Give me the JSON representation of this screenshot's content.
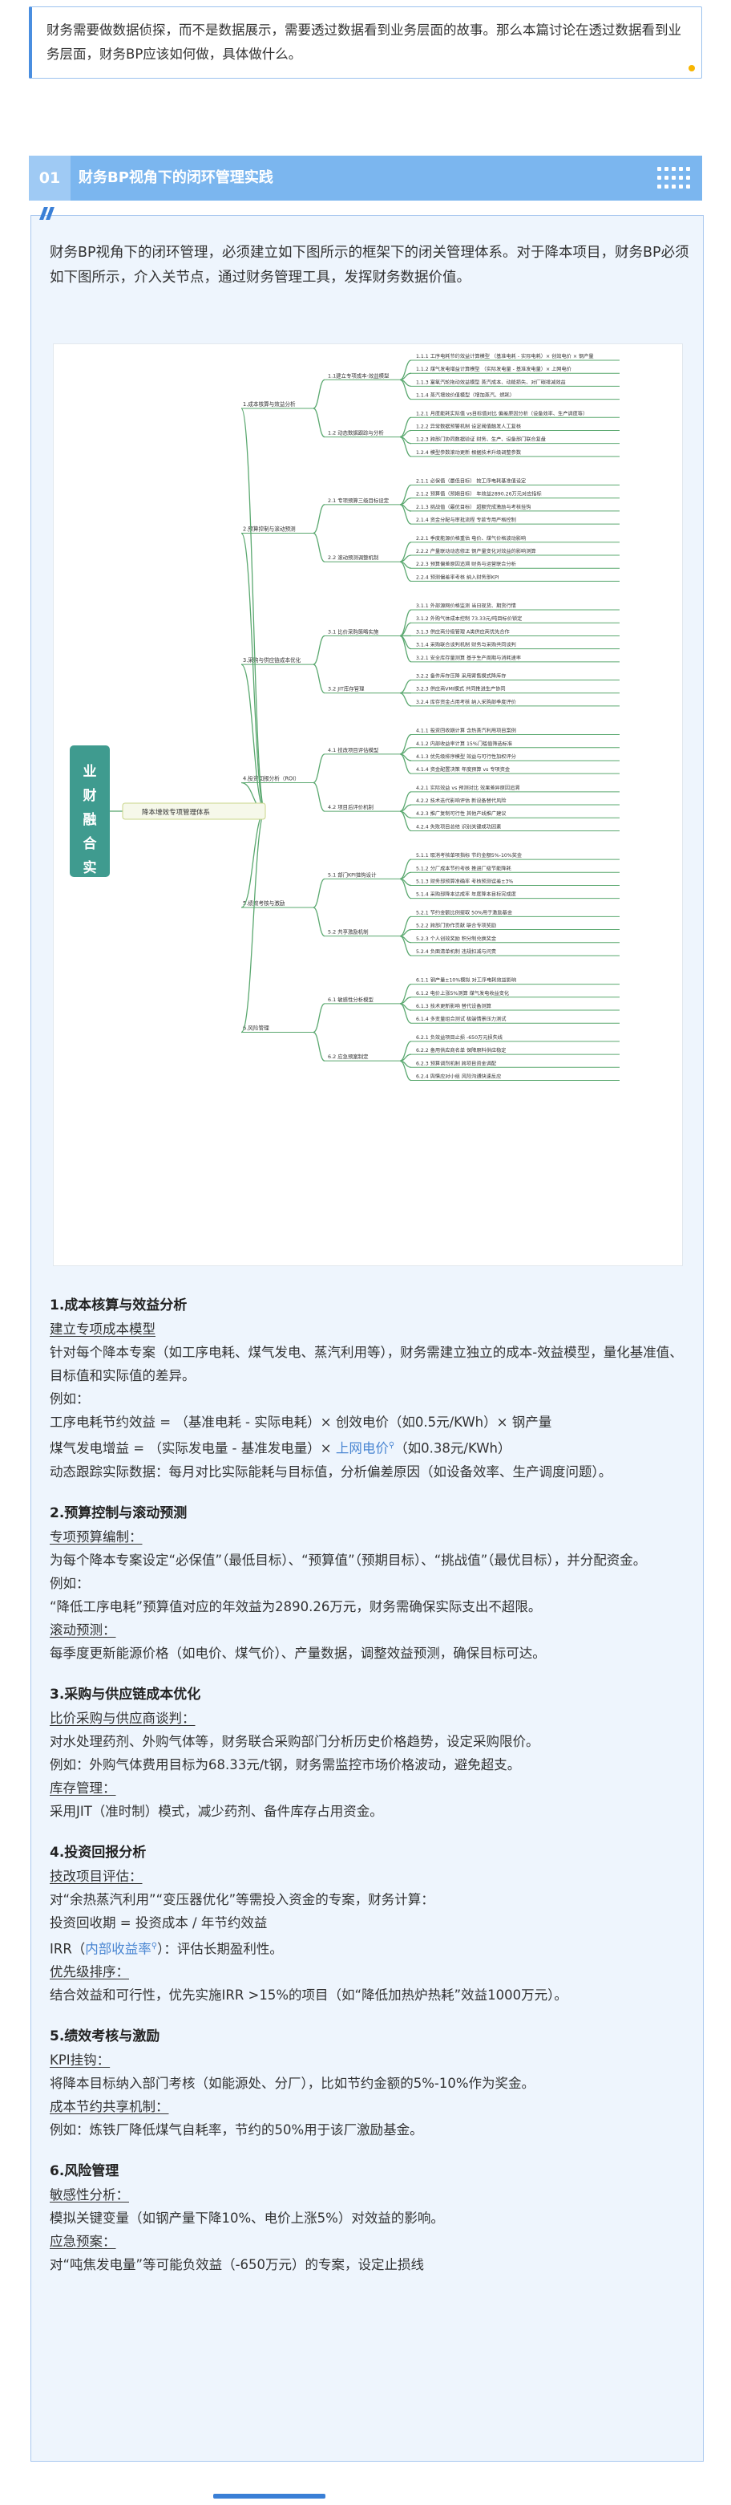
{
  "intro": {
    "text": "财务需要做数据侦探，而不是数据展示，需要透过数据看到业务层面的故事。那么本篇讨论在透过数据看到业务层面，财务BP应该如何做，具体做什么。"
  },
  "section": {
    "number": "01",
    "title": "财务BP视角下的闭环管理实践"
  },
  "lead": "财务BP视角下的闭环管理，必须建立如下图所示的框架下的闭关管理体系。对于降本项目，财务BP必须如下图所示，介入关节点，通过财务管理工具，发挥财务数据价值。",
  "mindmap": {
    "root": "业财融合实践",
    "topic": "降本增效专项管理体系",
    "branches": [
      {
        "label": "1.成本核算与效益分析",
        "children": [
          {
            "label": "1.1建立专项成本-效益模型",
            "children": [
              "1.1.1 工序电耗节约效益计算模型      （基准电耗 - 实际电耗）× 创效电价 × 钢产量",
              "1.1.2 煤气发电增益计算模型      （实际发电量 - 基准发电量）× 上网电价",
              "1.1.3 富氧汽轮拖动效益模型      蒸汽成本、动能损失、对厂碳排减效益",
              "1.1.4 蒸汽增效价值模型（增加蒸汽、燃耗）"
            ]
          },
          {
            "label": "1.2 动态数据跟踪与分析",
            "children": [
              "1.2.1 月度能耗实际值 vs目标值对比      偏差原因分析（设备效率、生产调度等）",
              "1.2.2 异常数据预警机制      设定阈值触发人工复核",
              "1.2.3 跨部门协同数据验证      财务、生产、设备部门联合复盘",
              "1.2.4 模型参数滚动更新      根据技术升级调整参数"
            ]
          }
        ]
      },
      {
        "label": "2.预算控制与滚动预测",
        "children": [
          {
            "label": "2.1 专项预算三级目标设定",
            "children": [
              "2.1.1 必保值（最低目标）      按工序电耗基准值设定",
              "2.1.2 预算值（预期目标）      年效益2890.26万元对应指标",
              "2.1.3 挑战值（最优目标）      超额完成激励与考核挂钩",
              "2.1.4 资金分配与审批流程      专款专用严格控制"
            ]
          },
          {
            "label": "2.2 滚动预测调整机制",
            "children": [
              "2.2.1 季度能源价格重估      电价、煤气价格波动影响",
              "2.2.2 产量联动动态修正      钢产量变化对效益的影响测算",
              "2.2.3 预算偏差原因追溯      财务与运营联合分析",
              "2.2.4 预测偏差率考核      纳入财务部KPI"
            ]
          }
        ]
      },
      {
        "label": "3.采购与供应链成本优化",
        "children": [
          {
            "label": "3.1 比价采购策略实施",
            "children": [
              "3.1.1 外部源网价格监测      当日现货、期货行情",
              "3.1.2 外购气体成本控制      73.33元/吨目标价锁定",
              "3.1.3 供应商分级管理      A类供应商优先合作",
              "3.1.4 采购联合谈判机制      财务与采购共同谈判",
              "3.2.1 安全库存量测算      基于生产周期与消耗速率"
            ]
          },
          {
            "label": "3.2 JIT库存管理",
            "children": [
              "3.2.2 备件库存压降      采用寄售模式降库存",
              "3.2.3 供应商VMI模式      共同推进生产协同",
              "3.2.4 库存资金占用考核      纳入采购部季度评价"
            ]
          }
        ]
      },
      {
        "label": "4.投资回报分析（ROI）",
        "children": [
          {
            "label": "4.1 技改项目评估模型",
            "children": [
              "4.1.1 投资回收期计算      含热蒸汽利用项目案例",
              "4.1.2 内部收益率计算      15%门槛值筛选标准",
              "4.1.3 优先级排序模型      效益与可行性加权评分",
              "4.1.4 资金配置决策      年度预算 vs 专项资金"
            ]
          },
          {
            "label": "4.2 项目后评价机制",
            "children": [
              "4.2.1 实际效益 vs 预测对比      效果差异原因追溯",
              "4.2.2 技术迭代影响评估      新设备替代风险",
              "4.2.3 推广复制可行性      其他产线推广建议",
              "4.2.4 失败项目总结      识别关键成功因素"
            ]
          }
        ]
      },
      {
        "label": "5.绩效考核与激励",
        "children": [
          {
            "label": "5.1 部门KPI挂钩设计",
            "children": [
              "5.1.1 取消考核单项指标      节约金额5%-10%奖金",
              "5.1.2 分厂成本节约考核      推进厂级节能降耗",
              "5.1.3 财务部预算准确率      考核预测误差±3%",
              "5.1.4 采购部降本达成率      年度降本目标完成度"
            ]
          },
          {
            "label": "5.2 共享激励机制",
            "children": [
              "5.2.1 节约金额比例提取      50%用于激励基金",
              "5.2.2 跨部门协作贡献      联合专项奖励",
              "5.2.3 个人创效奖励      积分制兑换奖金",
              "5.2.4 负面清单机制      违规扣减与问责"
            ]
          }
        ]
      },
      {
        "label": "6.风险管理",
        "children": [
          {
            "label": "6.1 敏感性分析模型",
            "children": [
              "6.1.1 钢产量±10%模拟      对工序电耗效益影响",
              "6.1.2 电价上涨5%测算      煤气发电收益变化",
              "6.1.3 技术更新影响      替代设备测算",
              "6.1.4 多变量组合测试      极端情景压力测试"
            ]
          },
          {
            "label": "6.2 应急预案制定",
            "children": [
              "6.2.1 负效益项目止损      -650万元损失线",
              "6.2.2 备用供应商名单      保障原料供应稳定",
              "6.2.3 预算调剂机制      跨项目资金调配",
              "6.2.4 舆情应对小组      风险沟通快速反应"
            ]
          }
        ]
      }
    ]
  },
  "sections": [
    {
      "heading": "1.成本核算与效益分析",
      "lines": [
        {
          "text": "建立专项成本模型",
          "u": true
        },
        {
          "text": "针对每个降本专案（如工序电耗、煤气发电、蒸汽利用等），财务需建立独立的成本-效益模型，量化基准值、目标值和实际值的差异。"
        },
        {
          "text": "例如："
        },
        {
          "text": "工序电耗节约效益 = （基准电耗 - 实际电耗）× 创效电价（如0.5元/KWh）× 钢产量"
        },
        {
          "text": "煤气发电增益 = （实际发电量 - 基准发电量）× ",
          "link": "上网电价",
          "after": "（如0.38元/KWh）"
        },
        {
          "text": "动态跟踪实际数据：每月对比实际能耗与目标值，分析偏差原因（如设备效率、生产调度问题）。"
        }
      ]
    },
    {
      "heading": "2.预算控制与滚动预测",
      "lines": [
        {
          "text": "专项预算编制：",
          "u": true
        },
        {
          "text": "为每个降本专案设定“必保值”（最低目标）、“预算值”（预期目标）、“挑战值”（最优目标），并分配资金。"
        },
        {
          "text": "例如："
        },
        {
          "text": "“降低工序电耗”预算值对应的年效益为2890.26万元，财务需确保实际支出不超限。"
        },
        {
          "text": "滚动预测：",
          "u": true
        },
        {
          "text": "每季度更新能源价格（如电价、煤气价）、产量数据，调整效益预测，确保目标可达。"
        }
      ]
    },
    {
      "heading": "3.采购与供应链成本优化",
      "lines": [
        {
          "text": "比价采购与供应商谈判：",
          "u": true
        },
        {
          "text": "对水处理药剂、外购气体等，财务联合采购部门分析历史价格趋势，设定采购限价。"
        },
        {
          "text": "例如：外购气体费用目标为68.33元/t钢，财务需监控市场价格波动，避免超支。"
        },
        {
          "text": "库存管理：",
          "u": true
        },
        {
          "text": "采用JIT（准时制）模式，减少药剂、备件库存占用资金。"
        }
      ]
    },
    {
      "heading": "4.投资回报分析",
      "lines": [
        {
          "text": "技改项目评估：",
          "u": true
        },
        {
          "text": "对“余热蒸汽利用”“变压器优化”等需投入资金的专案，财务计算："
        },
        {
          "text": "投资回收期 = 投资成本 / 年节约效益"
        },
        {
          "text": "IRR（",
          "link": "内部收益率",
          "after": "）：评估长期盈利性。"
        },
        {
          "text": "优先级排序：",
          "u": true
        },
        {
          "text": "结合效益和可行性，优先实施IRR >15%的项目（如“降低加热炉热耗”效益1000万元）。"
        }
      ]
    },
    {
      "heading": "5.绩效考核与激励",
      "lines": [
        {
          "text": "KPI挂钩：",
          "u": true
        },
        {
          "text": "将降本目标纳入部门考核（如能源处、分厂），比如节约金额的5%-10%作为奖金。"
        },
        {
          "text": "成本节约共享机制：",
          "u": true
        },
        {
          "text": "例如：炼铁厂降低煤气自耗率，节约的50%用于该厂激励基金。"
        }
      ]
    },
    {
      "heading": "6.风险管理",
      "lines": [
        {
          "text": "敏感性分析：",
          "u": true
        },
        {
          "text": "模拟关键变量（如钢产量下降10%、电价上涨5%）对效益的影响。"
        },
        {
          "text": "应急预案：",
          "u": true
        },
        {
          "text": "对“吨焦发电量”等可能负效益（-650万元）的专案，设定止损线"
        }
      ]
    }
  ],
  "colors": {
    "accent": "#7bb6ef",
    "accent_dark": "#3a7fd6",
    "content_bg": "#eef5fd",
    "mindmap_root": "#3f9b8f",
    "mindmap_line": "#5aa86f",
    "link": "#4a86d2"
  }
}
